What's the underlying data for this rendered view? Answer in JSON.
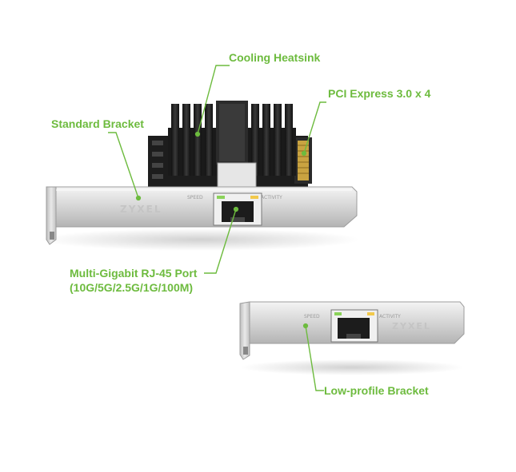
{
  "accent_color": "#6dbb3e",
  "callouts": {
    "heatsink": "Cooling Heatsink",
    "pcie": "PCI Express 3.0 x 4",
    "standard_bracket": "Standard Bracket",
    "port_line1": "Multi-Gigabit RJ-45 Port",
    "port_line2": "(10G/5G/2.5G/1G/100M)",
    "low_profile": "Low-profile Bracket"
  },
  "card": {
    "brand": "ZYXEL",
    "label_speed": "SPEED",
    "label_activity": "ACTIVITY"
  },
  "low_profile_card": {
    "brand": "ZYXEL",
    "label_speed": "SPEED",
    "label_activity": "ACTIVITY"
  }
}
